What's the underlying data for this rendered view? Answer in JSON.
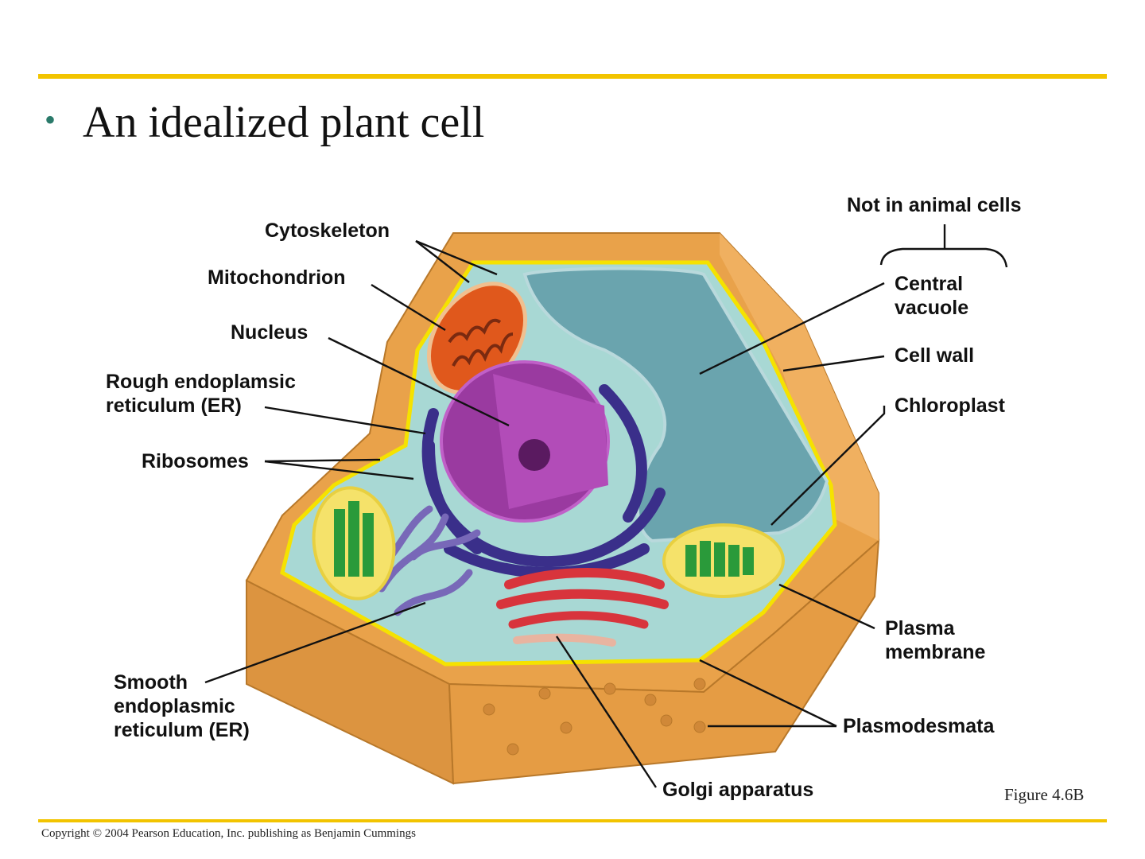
{
  "title": "An idealized plant cell",
  "figure_number": "Figure 4.6B",
  "copyright": "Copyright © 2004 Pearson Education, Inc. publishing as Benjamin Cummings",
  "bracket_label": "Not in animal cells",
  "labels": {
    "cytoskeleton": "Cytoskeleton",
    "mitochondrion": "Mitochondrion",
    "nucleus": "Nucleus",
    "rough_er_line1": "Rough endoplamsic",
    "rough_er_line2": "reticulum (ER)",
    "ribosomes": "Ribosomes",
    "smooth_er_line1": "Smooth",
    "smooth_er_line2": "endoplasmic",
    "smooth_er_line3": "reticulum (ER)",
    "central_vacuole_line1": "Central",
    "central_vacuole_line2": "vacuole",
    "cell_wall": "Cell wall",
    "chloroplast": "Chloroplast",
    "plasma_membrane_line1": "Plasma",
    "plasma_membrane_line2": "membrane",
    "plasmodesmata": "Plasmodesmata",
    "golgi": "Golgi apparatus"
  },
  "colors": {
    "accent_rule": "#f2c400",
    "cell_wall": "#e9a24a",
    "cytoplasm": "#a8d8d4",
    "vacuole": "#6aa4ae",
    "nucleus": "#9a3aa0",
    "rough_er": "#3a2f8a",
    "golgi": "#d8343c",
    "mitochondrion": "#e0581c",
    "chloroplast": "#2a9a3a"
  }
}
